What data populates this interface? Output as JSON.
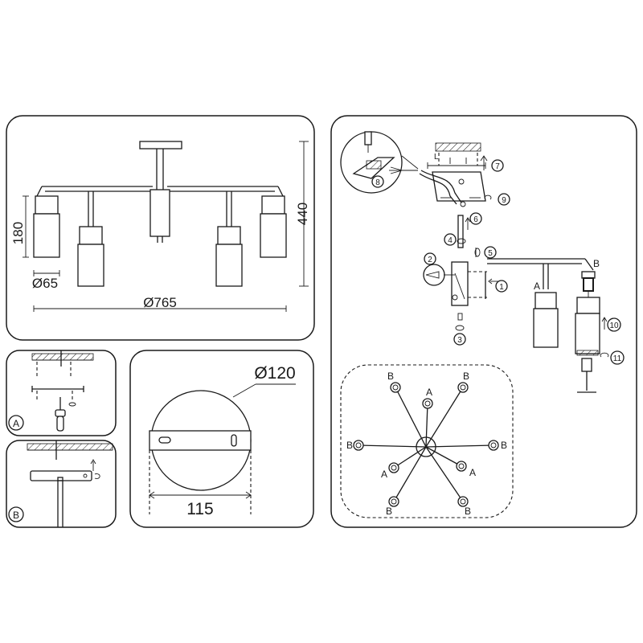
{
  "dimensions": {
    "height_total": "440",
    "height_shade": "180",
    "shade_diameter": "Ø65",
    "overall_diameter": "Ø765",
    "canopy_diameter": "Ø120",
    "mount_spacing": "115"
  },
  "steps": {
    "a": "A",
    "b": "B",
    "n1": "1",
    "n2": "2",
    "n3": "3",
    "n4": "4",
    "n5": "5",
    "n6": "6",
    "n7": "7",
    "n8": "8",
    "n9": "9",
    "n10": "10",
    "n11": "11"
  },
  "arm_labels": {
    "shade_a": "A",
    "shade_b": "B",
    "top_left": "B",
    "top_center": "A",
    "top_right": "B",
    "mid_left": "B",
    "mid_right": "B",
    "lower_left": "A",
    "lower_right": "A",
    "bottom_left": "B",
    "bottom_right": "B"
  },
  "colors": {
    "line": "#1a1a1a",
    "background": "#ffffff"
  }
}
